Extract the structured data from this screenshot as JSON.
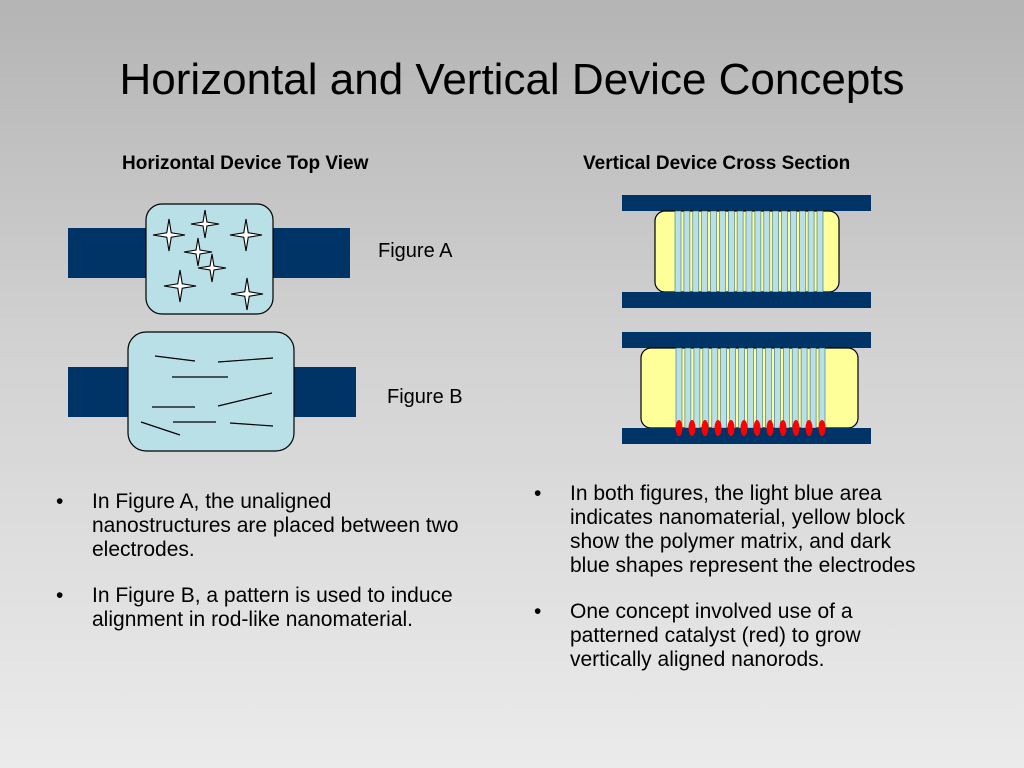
{
  "title": "Horizontal and Vertical Device Concepts",
  "left_heading": "Horizontal Device Top View",
  "right_heading": "Vertical Device Cross Section",
  "figure_a_label": "Figure A",
  "figure_b_label": "Figure B",
  "left_bullets": [
    "In Figure A, the unaligned nanostructures are placed between two electrodes.",
    "In Figure B, a pattern is used to induce alignment in rod-like nanomaterial."
  ],
  "right_bullets": [
    "In both figures, the light blue area indicates nanomaterial, yellow block show the polymer matrix, and dark blue shapes represent the  electrodes",
    "One concept involved use of a patterned catalyst (red) to grow vertically aligned nanorods."
  ],
  "colors": {
    "electrode": "#003366",
    "nanomaterial": "#b8e0e6",
    "polymer": "#ffff99",
    "catalyst": "#ff0000"
  }
}
